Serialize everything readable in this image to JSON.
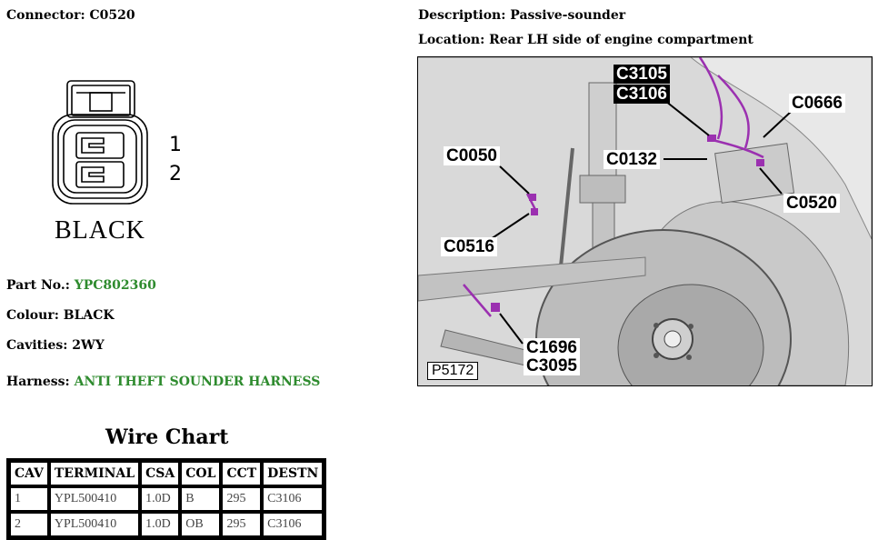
{
  "header": {
    "connector_label": "Connector:",
    "connector_value": "C0520",
    "description_label": "Description:",
    "description_value": "Passive-sounder",
    "location_label": "Location:",
    "location_value": "Rear LH side of engine compartment"
  },
  "diagram": {
    "pin_labels": [
      "1",
      "2"
    ],
    "color_label": "BLACK"
  },
  "details": {
    "part_no_label": "Part No.:",
    "part_no_value": "YPC802360",
    "colour_label": "Colour:",
    "colour_value": "BLACK",
    "cavities_label": "Cavities:",
    "cavities_value": "2WY",
    "harness_label": "Harness:",
    "harness_value": "ANTI THEFT SOUNDER HARNESS"
  },
  "wire_chart": {
    "title": "Wire Chart",
    "columns": [
      "CAV",
      "TERMINAL",
      "CSA",
      "COL",
      "CCT",
      "DESTN"
    ],
    "rows": [
      [
        "1",
        "YPL500410",
        "1.0D",
        "B",
        "295",
        "C3106"
      ],
      [
        "2",
        "YPL500410",
        "1.0D",
        "OB",
        "295",
        "C3106"
      ]
    ]
  },
  "photo": {
    "figure_id": "P5172",
    "callouts": {
      "c3105": "C3105",
      "c3106": "C3106",
      "c0666": "C0666",
      "c0050": "C0050",
      "c0132": "C0132",
      "c0520": "C0520",
      "c0516": "C0516",
      "c1696": "C1696",
      "c3095": "C3095"
    }
  },
  "colors": {
    "link_green": "#2e8b2e",
    "connector_highlight": "#9b30b0"
  }
}
